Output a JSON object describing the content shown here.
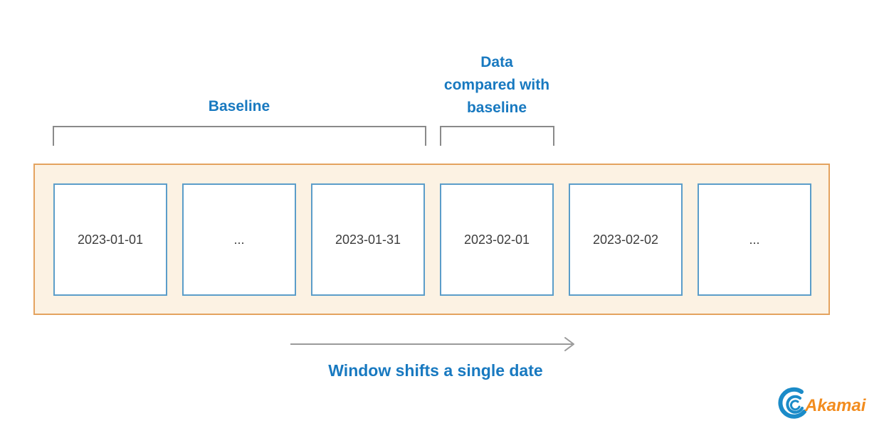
{
  "labels": {
    "baseline": "Baseline",
    "compared_text": "Data compared with baseline",
    "compared_lines": [
      "Data",
      "compared with",
      "baseline"
    ],
    "window_shift": "Window shifts a single date"
  },
  "timeline": {
    "boxes": [
      {
        "label": "2023-01-01"
      },
      {
        "label": "..."
      },
      {
        "label": "2023-01-31"
      },
      {
        "label": "2023-02-01"
      },
      {
        "label": "2023-02-02"
      },
      {
        "label": "..."
      }
    ]
  },
  "logo": {
    "text": "Akamai"
  },
  "colors": {
    "heading_blue": "#1879C0",
    "box_border_blue": "#5B9DC9",
    "container_border_orange": "#E4A35F",
    "container_fill": "#FCF2E3",
    "bracket_gray": "#8A8A8A",
    "arrow_gray": "#9A9A9A",
    "date_text": "#3C3C3C",
    "logo_orange": "#F28C1E",
    "logo_blue": "#1B8BC8"
  }
}
